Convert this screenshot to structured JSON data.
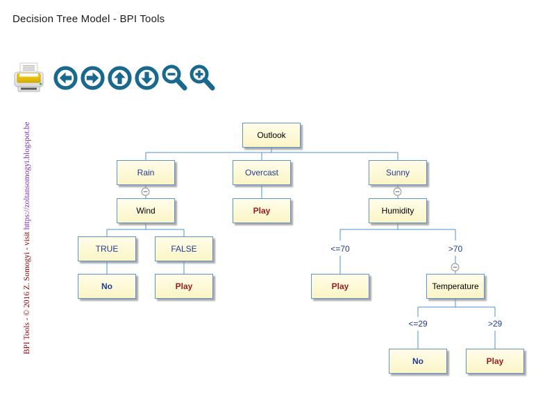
{
  "page": {
    "title": "Decision Tree Model - BPI Tools"
  },
  "toolbar": {
    "buttons": [
      {
        "name": "print",
        "icon": "printer-icon"
      },
      {
        "name": "pan-left",
        "icon": "arrow-left-circle-icon"
      },
      {
        "name": "pan-right",
        "icon": "arrow-right-circle-icon"
      },
      {
        "name": "pan-up",
        "icon": "arrow-up-circle-icon"
      },
      {
        "name": "pan-down",
        "icon": "arrow-down-circle-icon"
      },
      {
        "name": "zoom-out",
        "icon": "zoom-out-magnifier-icon"
      },
      {
        "name": "zoom-in",
        "icon": "zoom-in-magnifier-icon"
      }
    ]
  },
  "credit": {
    "text": "BPI Tools - © 2016 Z. Somogyi - visit ",
    "link": "https://zoltansomogyi.blogspot.be"
  },
  "tree": {
    "nodes": {
      "outlook": "Outlook",
      "rain": "Rain",
      "overcast": "Overcast",
      "sunny": "Sunny",
      "wind": "Wind",
      "playOvercast": "Play",
      "humidity": "Humidity",
      "trueVal": "TRUE",
      "falseVal": "FALSE",
      "noTrue": "No",
      "playFalse": "Play",
      "playLe70": "Play",
      "temperature": "Temperature",
      "noLe29": "No",
      "playGt29": "Play"
    },
    "edge_labels": {
      "humidityLe": "<=70",
      "humidityGt": ">70",
      "tempLe": "<=29",
      "tempGt": ">29"
    },
    "collapse_icon": "minus-circle-icon",
    "structure": {
      "Outlook": {
        "Rain": {
          "Wind": {
            "TRUE": "No",
            "FALSE": "Play"
          }
        },
        "Overcast": "Play",
        "Sunny": {
          "Humidity": {
            "<=70": "Play",
            ">70": {
              "Temperature": {
                "<=29": "No",
                ">29": "Play"
              }
            }
          }
        }
      }
    }
  },
  "colors": {
    "toolbar_icon": "#19688E",
    "node_fill": "#FCF8CF",
    "node_border": "#5E93CE",
    "connector": "#4E90D0",
    "attribute_text": "#000000",
    "value_text": "#1F3A93",
    "leaf_no_text": "#1F3A93",
    "leaf_play_text": "#9B1B1B",
    "credit_text": "#8B0000",
    "credit_link": "#7B2FBE"
  }
}
